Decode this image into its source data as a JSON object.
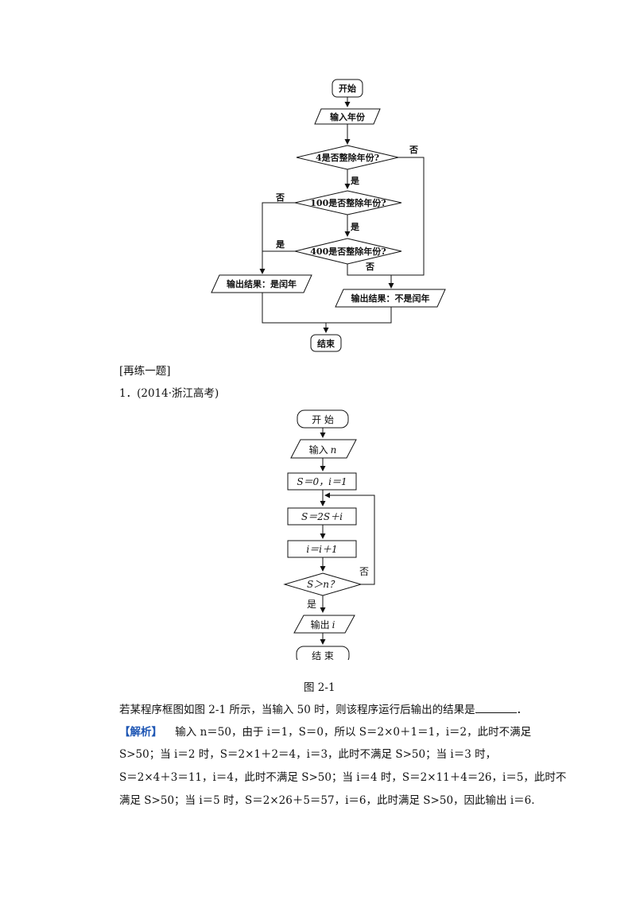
{
  "flowchart1": {
    "start": "开始",
    "input": "输入年份",
    "cond1": "4是否整除年份?",
    "cond2": "100是否整除年份?",
    "cond3": "400是否整除年份?",
    "out_leap": "输出结果：是闰年",
    "out_not_leap": "输出结果：不是闰年",
    "end": "结束",
    "yes": "是",
    "no": "否"
  },
  "section_label": "[再练一题]",
  "question_header": "1．(2014·浙江高考)",
  "flowchart2": {
    "start": "开 始",
    "input_prefix": "输入",
    "input_var": "n",
    "init": "S＝0，i＝1",
    "step1": "S＝2S＋i",
    "step2": "i＝i＋1",
    "cond": "S＞n？",
    "output_prefix": "输出",
    "output_var": "i",
    "end": "结 束",
    "yes": "是",
    "no": "否"
  },
  "figure_caption": "图 2-1",
  "question": {
    "text": "若某程序框图如图 2-1 所示，当输入 50 时，则该程序运行后输出的结果是",
    "end": "．"
  },
  "analysis": {
    "label": "【解析】",
    "lines": [
      "输入 n＝50，由于 i＝1，S＝0，所以 S＝2×0＋1＝1，i＝2，此时不满足",
      "S>50；当 i＝2 时，S＝2×1＋2＝4，i＝3，此时不满足 S>50；当 i＝3 时，",
      "S＝2×4＋3＝11，i＝4，此时不满足 S>50；当 i＝4 时，S＝2×11＋4＝26，i＝5，此时不",
      "满足 S>50；当 i＝5 时，S＝2×26＋5＝57，i＝6，此时满足 S>50，因此输出 i＝6."
    ]
  }
}
